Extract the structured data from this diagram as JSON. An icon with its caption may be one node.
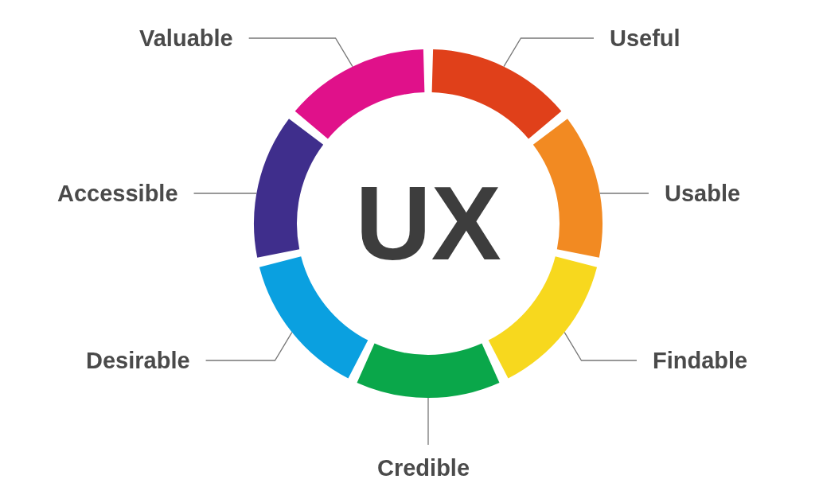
{
  "diagram": {
    "nodes": [
      {
        "text": [
          "Valuable"
        ]
      },
      {
        "text": [
          "Useful"
        ]
      },
      {
        "text": [
          "Accessible"
        ]
      },
      {
        "text": [
          "Usable"
        ]
      },
      {
        "text": [
          "Desirable"
        ]
      },
      {
        "text": [
          "Findable"
        ]
      },
      {
        "text": [
          "Credible"
        ]
      },
      {
        "text": [],
        "shape": "arc"
      },
      {
        "text": [],
        "shape": "arc"
      },
      {
        "text": [],
        "shape": "arc"
      },
      {
        "text": [],
        "shape": "arc"
      },
      {
        "text": [],
        "shape": "arc"
      },
      {
        "text": [],
        "shape": "arc"
      },
      {
        "text": [],
        "shape": "arc"
      }
    ],
    "edges": [
      {
        "from": 0,
        "to": 9,
        "arrow": "none"
      },
      {
        "from": 1,
        "to": 11,
        "arrow": "none"
      },
      {
        "from": 2,
        "to": 7,
        "arrow": "none"
      },
      {
        "from": 3,
        "to": 13,
        "arrow": "none"
      },
      {
        "from": 4,
        "to": 8,
        "arrow": "none"
      },
      {
        "from": 5,
        "to": 12,
        "arrow": "none"
      },
      {
        "from": 6,
        "to": 10,
        "arrow": "none"
      }
    ],
    "labels": [
      "UX"
    ]
  }
}
